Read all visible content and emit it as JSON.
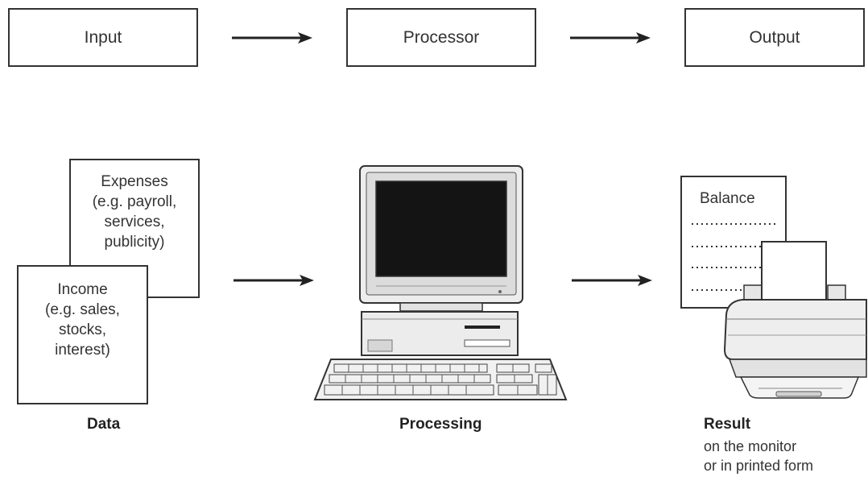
{
  "flow": {
    "input_label": "Input",
    "processor_label": "Processor",
    "output_label": "Output"
  },
  "data_docs": {
    "expenses": [
      "Expenses",
      "(e.g. payroll,",
      "services,",
      "publicity)"
    ],
    "income": [
      "Income",
      "(e.g. sales,",
      "stocks,",
      "interest)"
    ]
  },
  "output_doc": {
    "title": "Balance"
  },
  "captions": {
    "data": "Data",
    "processing": "Processing",
    "result": "Result",
    "result_line1": "on the monitor",
    "result_line2": "or in printed form"
  },
  "icons": [
    "computer-icon",
    "printer-icon",
    "arrow-right-icon"
  ]
}
